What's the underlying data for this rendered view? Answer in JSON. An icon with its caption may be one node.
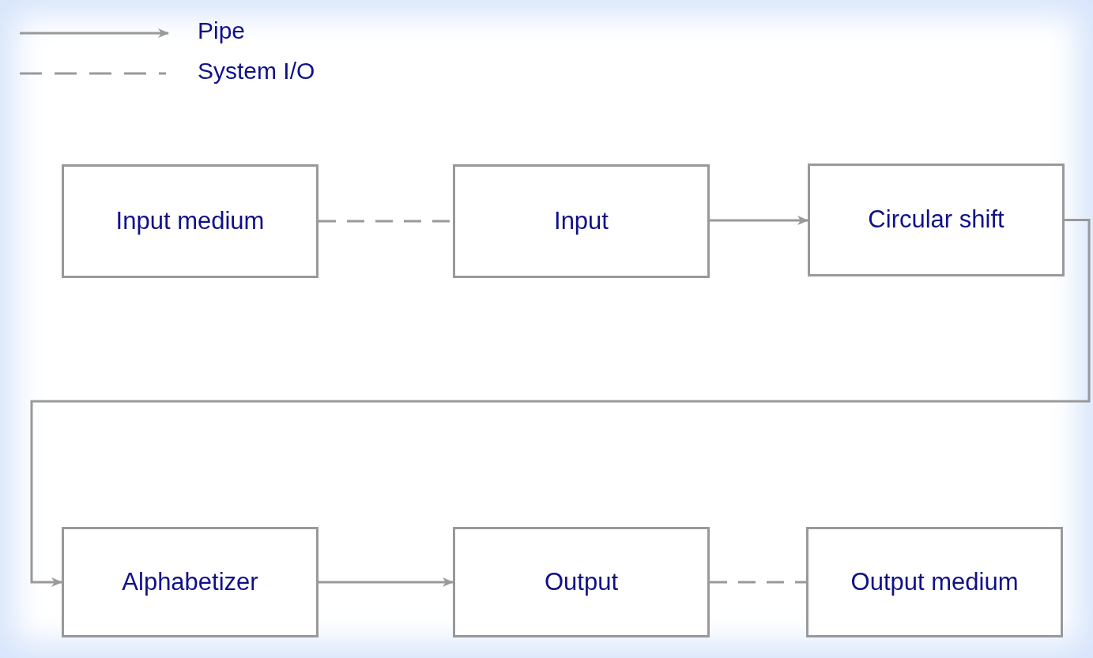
{
  "diagram": {
    "nodes": [
      {
        "text": [
          "Input medium"
        ]
      },
      {
        "text": [
          "Input"
        ]
      },
      {
        "text": [
          "Circular shift"
        ]
      },
      {
        "text": [
          "Alphabetizer"
        ]
      },
      {
        "text": [
          "Output"
        ]
      },
      {
        "text": [
          "Output medium"
        ]
      }
    ],
    "edges": [
      {
        "from": 0,
        "to": 1,
        "arrow": "none",
        "style": "dashed"
      },
      {
        "from": 1,
        "to": 2,
        "arrow": "to"
      },
      {
        "from": 2,
        "to": 3,
        "arrow": "to"
      },
      {
        "from": 3,
        "to": 4,
        "arrow": "to"
      },
      {
        "from": 4,
        "to": 5,
        "arrow": "none",
        "style": "dashed"
      }
    ],
    "legend": [
      {
        "text": "Pipe"
      },
      {
        "text": "System I/O"
      }
    ]
  }
}
